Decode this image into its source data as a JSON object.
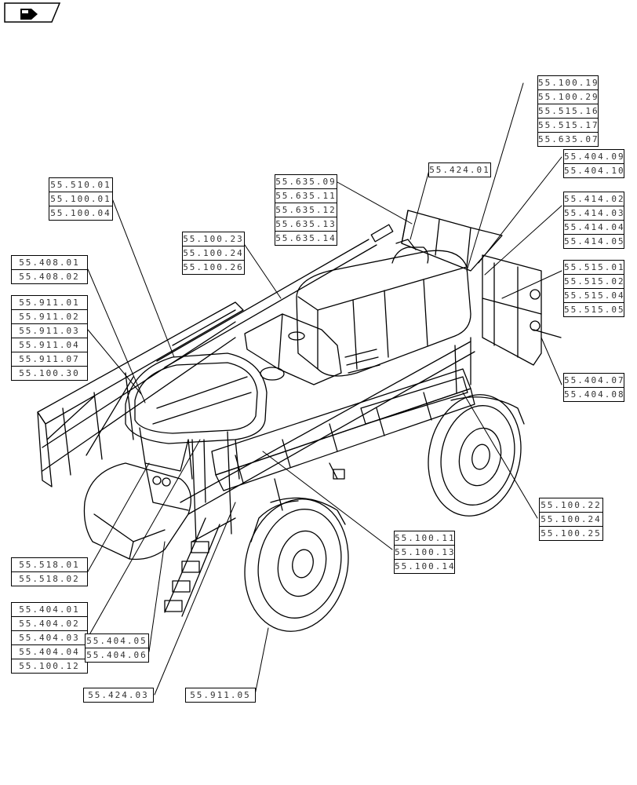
{
  "nav": {
    "icon": "back-arrow-icon"
  },
  "callouts": [
    {
      "id": "c1",
      "refs": [
        "55.100.19",
        "55.100.29",
        "55.515.16",
        "55.515.17",
        "55.635.07"
      ]
    },
    {
      "id": "c2",
      "refs": [
        "55.424.01"
      ]
    },
    {
      "id": "c3",
      "refs": [
        "55.404.09",
        "55.404.10"
      ]
    },
    {
      "id": "c4",
      "refs": [
        "55.635.09",
        "55.635.11",
        "55.635.12",
        "55.635.13",
        "55.635.14"
      ]
    },
    {
      "id": "c5",
      "refs": [
        "55.510.01",
        "55.100.01",
        "55.100.04"
      ]
    },
    {
      "id": "c6",
      "refs": [
        "55.414.02",
        "55.414.03",
        "55.414.04",
        "55.414.05"
      ]
    },
    {
      "id": "c7",
      "refs": [
        "55.100.23",
        "55.100.24",
        "55.100.26"
      ]
    },
    {
      "id": "c8",
      "refs": [
        "55.408.01",
        "55.408.02"
      ]
    },
    {
      "id": "c9",
      "refs": [
        "55.515.01",
        "55.515.02",
        "55.515.04",
        "55.515.05"
      ]
    },
    {
      "id": "c10",
      "refs": [
        "55.911.01",
        "55.911.02",
        "55.911.03",
        "55.911.04",
        "55.911.07",
        "55.100.30"
      ]
    },
    {
      "id": "c11",
      "refs": [
        "55.404.07",
        "55.404.08"
      ]
    },
    {
      "id": "c12",
      "refs": [
        "55.100.22",
        "55.100.24",
        "55.100.25"
      ]
    },
    {
      "id": "c13",
      "refs": [
        "55.100.11",
        "55.100.13",
        "55.100.14"
      ]
    },
    {
      "id": "c14",
      "refs": [
        "55.518.01",
        "55.518.02"
      ]
    },
    {
      "id": "c15",
      "refs": [
        "55.404.01",
        "55.404.02",
        "55.404.03",
        "55.404.04",
        "55.100.12"
      ]
    },
    {
      "id": "c16",
      "refs": [
        "55.404.05",
        "55.404.06"
      ]
    },
    {
      "id": "c17",
      "refs": [
        "55.424.03"
      ]
    },
    {
      "id": "c18",
      "refs": [
        "55.911.05"
      ]
    }
  ]
}
